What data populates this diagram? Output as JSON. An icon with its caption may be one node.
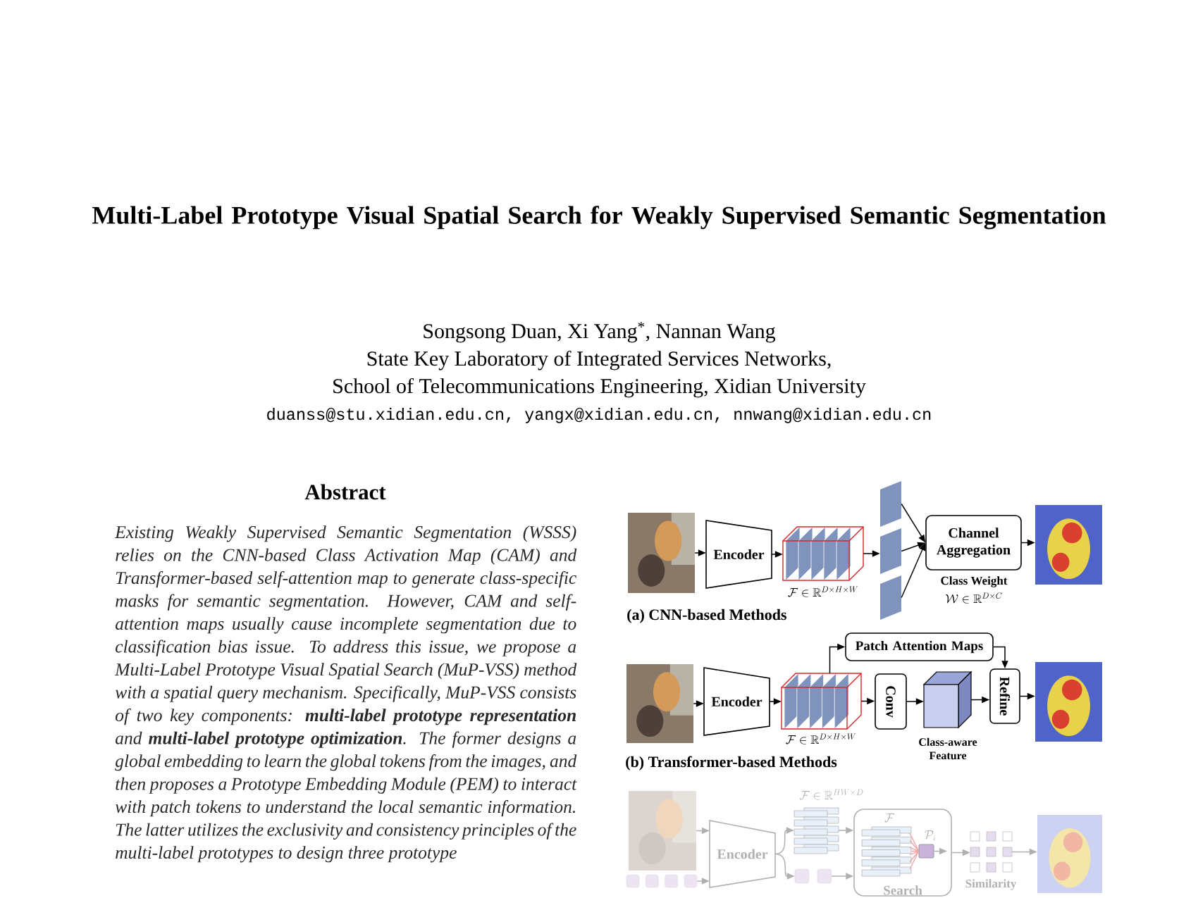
{
  "diagram": {
    "title": "Multi-Label Prototype Visual Spatial Search for Weakly Supervised Semantic Segmentation",
    "nodes": [
      {
        "text": [],
        "shape": "picture"
      },
      {
        "text": [
          "Encoder"
        ]
      },
      {
        "text": [],
        "shape": "box",
        "beside": [
          "\\mathcal{F} \\in \\mathbb{R}^{D\\times H\\times W}"
        ]
      },
      {
        "text": [],
        "shape": "bar"
      },
      {
        "text": [],
        "shape": "bar"
      },
      {
        "text": [],
        "shape": "bar"
      },
      {
        "text": [
          "Channel Aggregation"
        ],
        "beside": [
          "Class Weight",
          "\\mathcal{W} \\in \\mathbb{R}^{D\\times C}"
        ]
      },
      {
        "text": [],
        "shape": "picture"
      },
      {
        "text": [],
        "shape": "picture"
      },
      {
        "text": [
          "Encoder"
        ]
      },
      {
        "text": [],
        "shape": "box",
        "beside": [
          "\\mathcal{F} \\in \\mathbb{R}^{D\\times H\\times W}"
        ]
      },
      {
        "text": [
          "Patch Attention Maps"
        ]
      },
      {
        "text": [
          "Conv"
        ]
      },
      {
        "text": [],
        "shape": "box",
        "beside": [
          "Class-aware Feature"
        ]
      },
      {
        "text": [
          "Refine"
        ]
      },
      {
        "text": [],
        "shape": "picture"
      },
      {
        "text": [],
        "shape": "picture"
      },
      {
        "text": [],
        "shape": "box"
      },
      {
        "text": [
          "Encoder"
        ]
      },
      {
        "text": [],
        "shape": "box",
        "beside": [
          "\\mathcal{F} \\in \\mathbb{R}^{HW\\times D}"
        ]
      },
      {
        "text": [],
        "shape": "box"
      },
      {
        "text": [
          "Search"
        ]
      },
      {
        "text": [],
        "shape": "box",
        "in": 21,
        "beside": [
          "\\mathcal{F}"
        ]
      },
      {
        "text": [],
        "shape": "box",
        "in": 21,
        "beside": [
          "\\mathcal{P}_i"
        ]
      },
      {
        "text": [],
        "shape": "box",
        "beside": [
          "Similarity"
        ]
      },
      {
        "text": [],
        "shape": "picture"
      }
    ],
    "edges": [
      {
        "from": 0,
        "to": 1,
        "arrow": "to"
      },
      {
        "from": 1,
        "to": 2,
        "arrow": "to"
      },
      {
        "from": 2,
        "to": 4,
        "arrow": "to"
      },
      {
        "from": 3,
        "to": 6,
        "arrow": "to"
      },
      {
        "from": 4,
        "to": 6,
        "arrow": "to"
      },
      {
        "from": 5,
        "to": 6,
        "arrow": "to"
      },
      {
        "from": 6,
        "to": 7,
        "arrow": "to"
      },
      {
        "from": 8,
        "to": 9,
        "arrow": "to"
      },
      {
        "from": 9,
        "to": 10,
        "arrow": "to"
      },
      {
        "from": 10,
        "to": 11,
        "arrow": "to"
      },
      {
        "from": 10,
        "to": 12,
        "arrow": "to"
      },
      {
        "from": 12,
        "to": 13,
        "arrow": "to"
      },
      {
        "from": 13,
        "to": 14,
        "arrow": "to"
      },
      {
        "from": 11,
        "to": 14,
        "arrow": "to"
      },
      {
        "from": 14,
        "to": 15,
        "arrow": "to"
      },
      {
        "from": 16,
        "to": 18,
        "arrow": "to",
        "color": "#b0b0b0"
      },
      {
        "from": 17,
        "to": 18,
        "arrow": "to",
        "color": "#b0b0b0"
      },
      {
        "from": 18,
        "to": 19,
        "arrow": "to",
        "color": "#b0b0b0"
      },
      {
        "from": 18,
        "to": 20,
        "arrow": "to",
        "color": "#b0b0b0"
      },
      {
        "from": 19,
        "to": 21,
        "arrow": "to",
        "color": "#b0b0b0"
      },
      {
        "from": 20,
        "to": 21,
        "arrow": "to",
        "color": "#b0b0b0"
      },
      {
        "from": 22,
        "to": 23,
        "arrow": "none",
        "color": "#f0a8a8"
      },
      {
        "from": 23,
        "to": null,
        "arrow": "to",
        "color": "#b0b0b0"
      },
      {
        "from": 21,
        "to": 24,
        "arrow": "to",
        "color": "#b0b0b0"
      },
      {
        "from": 24,
        "to": 25,
        "arrow": "to",
        "color": "#b0b0b0"
      }
    ],
    "labels": [
      "Songsong Duan,   Xi Yang$^{*}$,   Nannan Wang",
      "State Key Laboratory of Integrated Services Networks,",
      "School of Telecommunications Engineering, Xidian University",
      "duanss@stu.xidian.edu.cn, yangx@xidian.edu.cn, nnwang@xidian.edu.cn",
      "Abstract",
      "Existing Weakly Supervised Semantic Segmentation (WSSS) relies on the CNN-based Class Activation Map (CAM) and Transformer-based self-attention map to generate class-specific masks for semantic segmentation. However, CAM and self-attention maps usually cause incomplete segmentation due to classification bias issue. To address this issue, we propose a Multi-Label Prototype Visual Spatial Search (MuP-VSS) method with a spatial query mechanism. Specifically, MuP-VSS consists of two key components: **multi-label prototype representation** and **multi-label prototype optimization**. The former designs a global embedding to learn the global tokens from the images, and then proposes a Prototype Embedding Module (PEM) to interact with patch tokens to understand the local semantic information. The latter utilizes the exclusivity and consistency principles of the multi-label prototypes to design three prototype",
      "(a) CNN-based Methods",
      "(b) Transformer-based Methods"
    ]
  }
}
